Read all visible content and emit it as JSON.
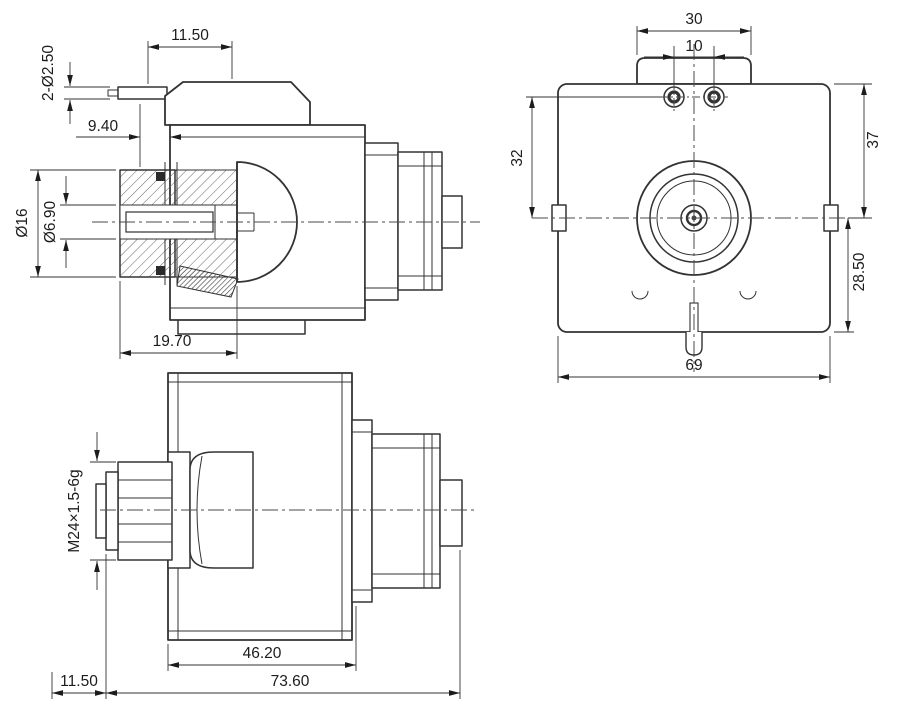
{
  "drawing": {
    "colors": {
      "background": "#ffffff",
      "line": "#333333",
      "text": "#1c1c1c"
    },
    "dims": {
      "pin_offset_top": "11.50",
      "pin_diameter": "2-Ø2.50",
      "face_offset": "9.40",
      "cartridge_diameter": "Ø16",
      "bore_diameter": "Ø6.90",
      "cartridge_length": "19.70",
      "tab_width": "30",
      "hole_spacing": "10",
      "height_top": "37",
      "hole_to_center": "32",
      "height_bottom": "28.50",
      "body_width": "69",
      "thread_spec": "M24×1.5-6g",
      "coil_length": "46.20",
      "overall_length": "73.60",
      "screw_protrusion": "11.50"
    }
  }
}
